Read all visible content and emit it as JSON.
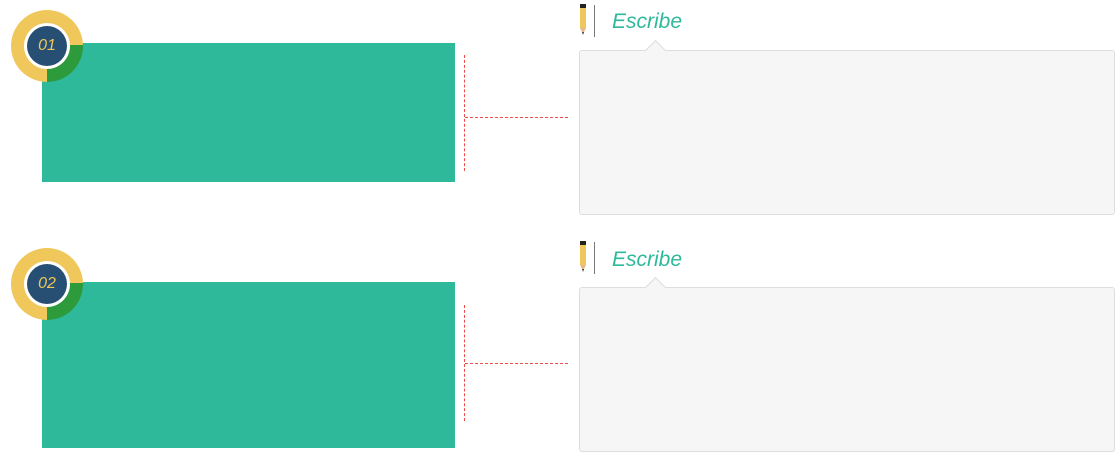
{
  "colors": {
    "panel_green": "#2eb99a",
    "badge_yellow": "#f0c75a",
    "badge_dark_green": "#2d9a3b",
    "badge_navy": "#264f73",
    "dash_red": "#ef4b4b",
    "box_fill": "#f6f6f6",
    "box_border": "#dddddd",
    "title_color": "#2eb99a"
  },
  "items": [
    {
      "number": "01",
      "title": "Escribe",
      "icon": "pencil-icon"
    },
    {
      "number": "02",
      "title": "Escribe",
      "icon": "pencil-icon"
    }
  ]
}
